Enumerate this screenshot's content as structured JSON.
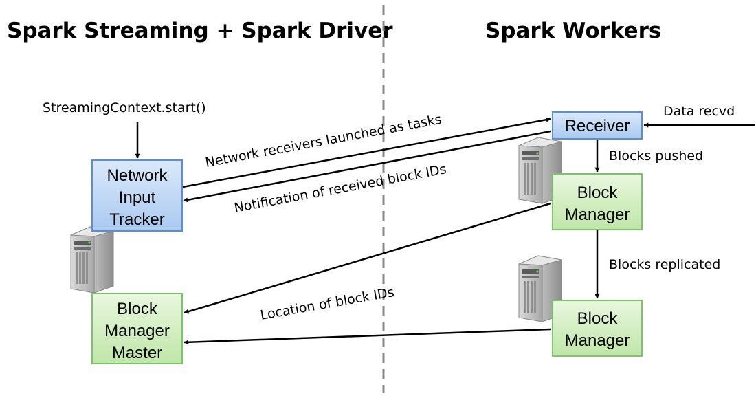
{
  "titles": {
    "left": "Spark Streaming + Spark Driver",
    "right": "Spark Workers"
  },
  "boxes": {
    "network_input_tracker": [
      "Network",
      "Input",
      "Tracker"
    ],
    "block_manager_master": [
      "Block",
      "Manager",
      "Master"
    ],
    "receiver": [
      "Receiver"
    ],
    "block_manager_top": [
      "Block",
      "Manager"
    ],
    "block_manager_bottom": [
      "Block",
      "Manager"
    ]
  },
  "labels": {
    "streaming_context_start": "StreamingContext.start()",
    "data_recvd": "Data recvd",
    "network_receivers_launched": "Network receivers launched as tasks",
    "notification_block_ids": "Notification of received block IDs",
    "blocks_pushed": "Blocks pushed",
    "blocks_replicated": "Blocks replicated",
    "location_block_ids": "Location of block IDs"
  },
  "colors": {
    "blue_fill": "#c6dcf6",
    "blue_stroke": "#5b8fd1",
    "green_fill": "#d6f0c6",
    "green_stroke": "#7cc36a",
    "divider": "#888888",
    "arrow": "#000000"
  }
}
